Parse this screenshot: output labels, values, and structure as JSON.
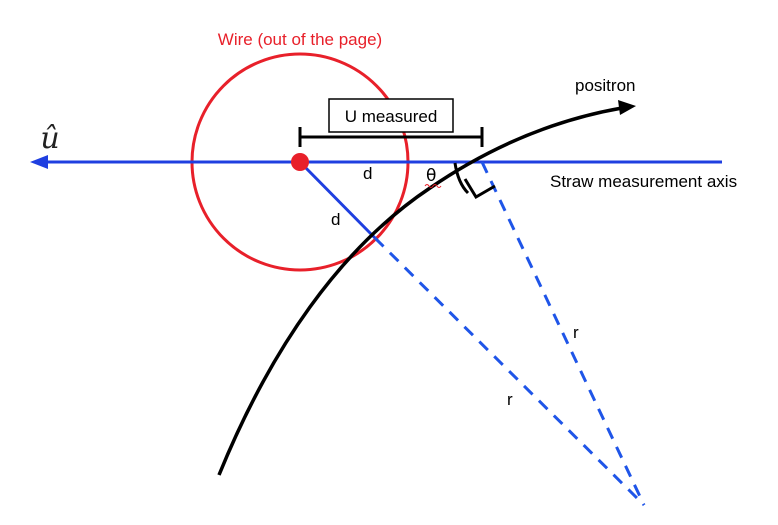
{
  "diagram": {
    "u_hat_label": "û",
    "wire_label": "Wire (out of the page)",
    "u_measured_label": "U measured",
    "positron_label": "positron",
    "axis_label": "Straw measurement axis",
    "d_label_horizontal": "d",
    "d_label_diagonal": "d",
    "theta_label": "θ",
    "r_label_upper": "r",
    "r_label_lower": "r",
    "colors": {
      "axis": "#1f3fe0",
      "wire": "#e8202a",
      "track": "#000000",
      "dashed": "#1f55e8"
    }
  }
}
